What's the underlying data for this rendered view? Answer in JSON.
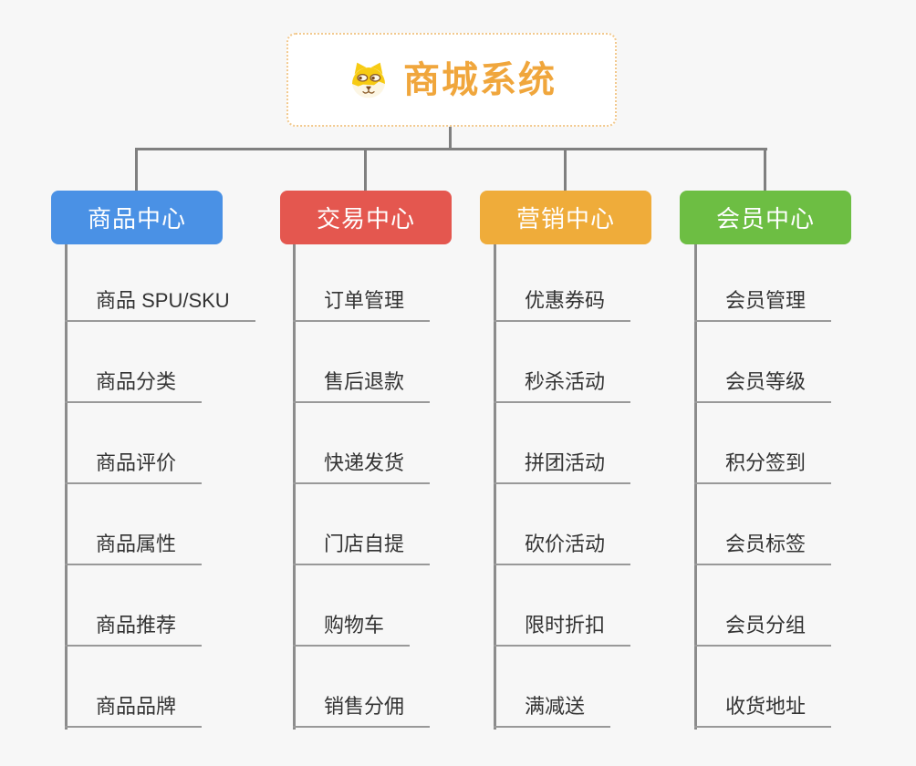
{
  "root": {
    "title": "商城系统",
    "icon": "dog-face-icon",
    "accent_color": "#F0A63C",
    "border_color": "#F2C98E"
  },
  "colors": {
    "background": "#F7F7F7",
    "connector": "#808080",
    "leaf_underline": "#999999",
    "leaf_text": "#333333"
  },
  "branches": [
    {
      "label": "商品中心",
      "color": "#4A91E5",
      "children": [
        "商品 SPU/SKU",
        "商品分类",
        "商品评价",
        "商品属性",
        "商品推荐",
        "商品品牌"
      ]
    },
    {
      "label": "交易中心",
      "color": "#E4574F",
      "children": [
        "订单管理",
        "售后退款",
        "快递发货",
        "门店自提",
        "购物车",
        "销售分佣"
      ]
    },
    {
      "label": "营销中心",
      "color": "#EFAC3A",
      "children": [
        "优惠券码",
        "秒杀活动",
        "拼团活动",
        "砍价活动",
        "限时折扣",
        "满减送"
      ]
    },
    {
      "label": "会员中心",
      "color": "#6DBE43",
      "children": [
        "会员管理",
        "会员等级",
        "积分签到",
        "会员标签",
        "会员分组",
        "收货地址"
      ]
    }
  ]
}
